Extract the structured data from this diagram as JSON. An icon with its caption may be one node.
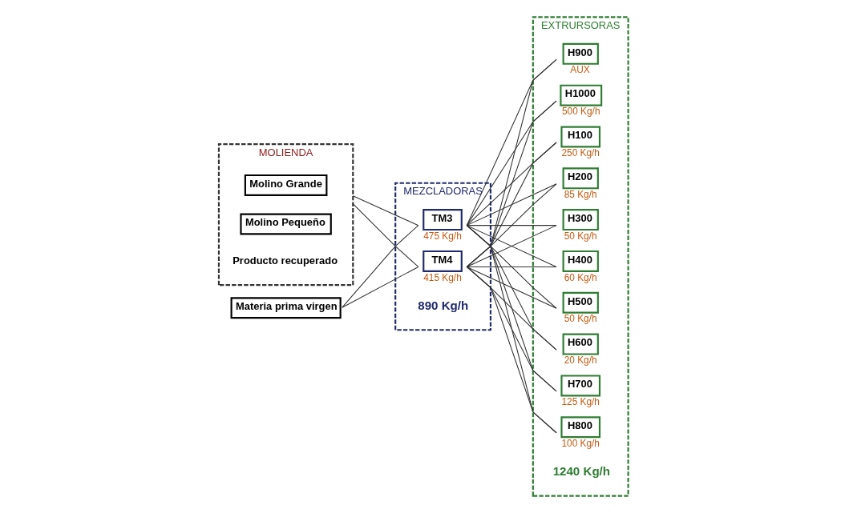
{
  "diagram": {
    "nodes": [
      {
        "text": [
          "MOLIENDA",
          "Producto recuperado"
        ]
      },
      {
        "text": [
          "Molino Grande"
        ],
        "in": 0
      },
      {
        "text": [
          "Molino Pequeño"
        ],
        "in": 0
      },
      {
        "text": [
          "Materia prima virgen"
        ]
      },
      {
        "text": [
          "MEZCLADORAS"
        ],
        "beside": [
          "890 Kg/h"
        ]
      },
      {
        "text": [
          "TM3"
        ],
        "in": 4,
        "beside": [
          "475 Kg/h"
        ]
      },
      {
        "text": [
          "TM4"
        ],
        "in": 4,
        "beside": [
          "415 Kg/h"
        ]
      },
      {
        "text": [
          "EXTRURSORAS"
        ],
        "beside": [
          "1240 Kg/h"
        ]
      },
      {
        "text": [
          "H100"
        ],
        "in": 7,
        "beside": [
          "250 Kg/h"
        ]
      },
      {
        "text": [
          "H200"
        ],
        "in": 7,
        "beside": [
          "85 Kg/h"
        ]
      },
      {
        "text": [
          "H300"
        ],
        "in": 7,
        "beside": [
          "50 Kg/h"
        ]
      },
      {
        "text": [
          "H400"
        ],
        "in": 7,
        "beside": [
          "60 Kg/h"
        ]
      },
      {
        "text": [
          "H500"
        ],
        "in": 7,
        "beside": [
          "50 Kg/h"
        ]
      },
      {
        "text": [
          "H600"
        ],
        "in": 7,
        "beside": [
          "20 Kg/h"
        ]
      },
      {
        "text": [
          "H700"
        ],
        "in": 7,
        "beside": [
          "125 Kg/h"
        ]
      },
      {
        "text": [
          "H800"
        ],
        "in": 7,
        "beside": [
          "100 Kg/h"
        ]
      },
      {
        "text": [
          "H900"
        ],
        "in": 7,
        "beside": [
          "AUX"
        ]
      },
      {
        "text": [
          "H1000"
        ],
        "in": 7,
        "beside": [
          "500 Kg/h"
        ]
      }
    ],
    "edges": [
      {
        "from": 0,
        "to": 5,
        "arrow": "none"
      },
      {
        "from": 0,
        "to": 6,
        "arrow": "none"
      },
      {
        "from": 3,
        "to": 5,
        "arrow": "none"
      },
      {
        "from": 3,
        "to": 6,
        "arrow": "none"
      },
      {
        "from": 5,
        "to": 8,
        "arrow": "none"
      },
      {
        "from": 5,
        "to": 9,
        "arrow": "none"
      },
      {
        "from": 5,
        "to": 10,
        "arrow": "none"
      },
      {
        "from": 5,
        "to": 11,
        "arrow": "none"
      },
      {
        "from": 5,
        "to": 12,
        "arrow": "none"
      },
      {
        "from": 5,
        "to": 13,
        "arrow": "none"
      },
      {
        "from": 5,
        "to": 14,
        "arrow": "none"
      },
      {
        "from": 5,
        "to": 15,
        "arrow": "none"
      },
      {
        "from": 5,
        "to": 16,
        "arrow": "none"
      },
      {
        "from": 5,
        "to": 17,
        "arrow": "none"
      },
      {
        "from": 6,
        "to": 8,
        "arrow": "none"
      },
      {
        "from": 6,
        "to": 9,
        "arrow": "none"
      },
      {
        "from": 6,
        "to": 10,
        "arrow": "none"
      },
      {
        "from": 6,
        "to": 11,
        "arrow": "none"
      },
      {
        "from": 6,
        "to": 12,
        "arrow": "none"
      },
      {
        "from": 6,
        "to": 13,
        "arrow": "none"
      },
      {
        "from": 6,
        "to": 14,
        "arrow": "none"
      },
      {
        "from": 6,
        "to": 15,
        "arrow": "none"
      },
      {
        "from": 6,
        "to": 16,
        "arrow": "none"
      },
      {
        "from": 6,
        "to": 17,
        "arrow": "none"
      }
    ]
  }
}
